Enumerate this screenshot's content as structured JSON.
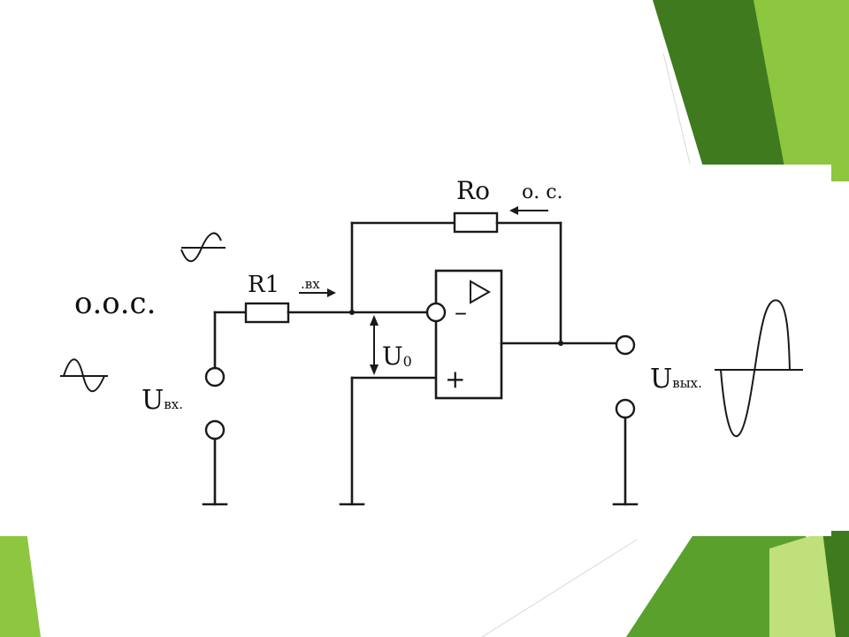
{
  "slide": {
    "accent_colors": [
      "#3f7a1f",
      "#5aa02c",
      "#8dc63f",
      "#bfe07a"
    ]
  },
  "diagram": {
    "label_ooc": "о.о.с.",
    "label_r1": "R1",
    "label_vx_current": ".вх",
    "label_ro": "Ro",
    "label_oc": "о. с.",
    "label_u0": "U",
    "label_u0_sub": "0",
    "label_uvx": "U",
    "label_uvx_sub": "вх.",
    "label_uvyx": "U",
    "label_uvyx_sub": "вых.",
    "minus_sign": "–",
    "plus_sign": "+",
    "opamp_symbol": "triangle-icon"
  }
}
